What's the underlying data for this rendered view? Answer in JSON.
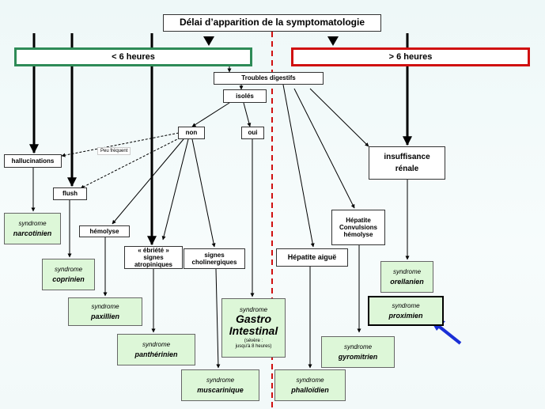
{
  "title": "Délai d’apparition de la symptomatologie",
  "headers": {
    "lt6": "< 6 heures",
    "gt6": "> 6 heures"
  },
  "nodes": {
    "troubles": "Troubles digestifs",
    "isoles": "isolés",
    "non": "non",
    "oui": "oui",
    "hallucinations": "hallucinations",
    "flush": "flush",
    "hemolyse": "hémolyse",
    "ebriete": [
      "« ébriété »",
      "signes",
      "atropiniques"
    ],
    "cholinergiques": [
      "signes",
      "cholinergiques"
    ],
    "hepatite_aigue": "Hépatite aiguë",
    "hepatite_conv": [
      "Hépatite",
      "Convulsions",
      "hémolyse"
    ],
    "insuffisance": [
      "insuffisance",
      "rénale"
    ]
  },
  "note": "Peu fréquent",
  "syndrome_word": "syndrome",
  "syndromes": {
    "narcotinien": "narcotinien",
    "coprinien": "coprinien",
    "paxillien": "paxillien",
    "pantherinien": "panthérinien",
    "muscarinique": "muscarinique",
    "phalloidien": "phalloïdien",
    "gyromitrien": "gyromitrien",
    "orellanien": "orellanien",
    "proximien": "proximien"
  },
  "gastro": {
    "line1": "Gastro",
    "line2": "Intestinal",
    "note1": "(sévère :",
    "note2": "jusqu'à 8 heures)"
  },
  "colors": {
    "green_border": "#2e8b57",
    "red_border": "#d01010",
    "syndrome_fill": "#ddf7d8",
    "pointer_arrow": "#1a2fd6",
    "divider": "#d01010"
  }
}
